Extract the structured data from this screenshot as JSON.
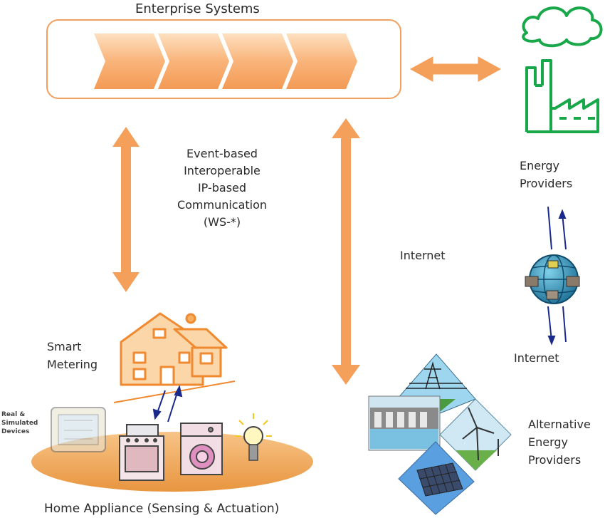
{
  "diagram": {
    "enterprise_title": "Enterprise Systems",
    "communication_lines": [
      "Event-based",
      "Interoperable",
      "IP-based",
      "Communication",
      "(WS-*)"
    ],
    "internet_center": "Internet",
    "energy_providers_lines": [
      "Energy",
      "Providers"
    ],
    "internet_right": "Internet",
    "smart_metering_lines": [
      "Smart",
      "Metering"
    ],
    "devices_lines": [
      "Real &",
      "Simulated",
      "Devices"
    ],
    "alternative_lines": [
      "Alternative",
      "Energy",
      "Providers"
    ],
    "home_appliance_title": "Home Appliance (Sensing & Actuation)"
  },
  "colors": {
    "arrow_orange": "#f4a05a",
    "box_border": "#f0a060",
    "factory_green": "#18a84a",
    "link_blue": "#1a2a8a",
    "disc_orange": "#f0a050"
  },
  "icons": {
    "enterprise_chevrons": "chevron-process-icon",
    "factory": "factory-cloud-icon",
    "globe": "globe-network-icon",
    "house": "house-icon",
    "stove": "stove-icon",
    "washer": "washing-machine-icon",
    "bulb": "light-bulb-icon",
    "fridge": "fridge-icon",
    "power_tower": "power-tower-icon",
    "dam": "hydro-dam-icon",
    "wind": "wind-turbine-icon",
    "solar": "solar-panel-icon"
  }
}
